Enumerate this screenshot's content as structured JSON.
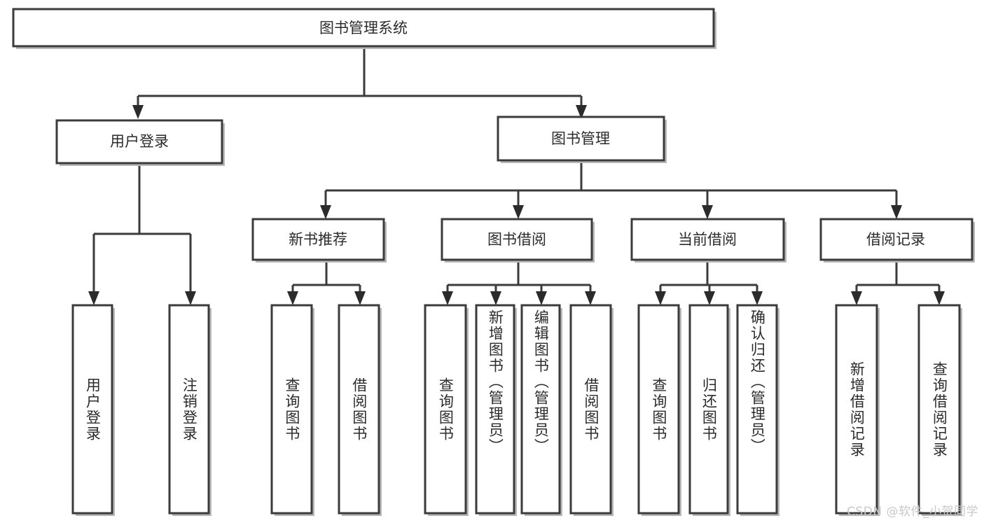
{
  "diagram": {
    "type": "tree",
    "title": "图书管理系统",
    "watermark": "CSDN @软件_小贺同学",
    "root": {
      "id": "root",
      "label": "图书管理系统"
    },
    "level2": [
      {
        "id": "user-login",
        "label": "用户登录"
      },
      {
        "id": "book-manage",
        "label": "图书管理"
      }
    ],
    "level3": [
      {
        "id": "new-book-recommend",
        "label": "新书推荐",
        "parent": "book-manage"
      },
      {
        "id": "book-borrow",
        "label": "图书借阅",
        "parent": "book-manage"
      },
      {
        "id": "current-borrow",
        "label": "当前借阅",
        "parent": "book-manage"
      },
      {
        "id": "borrow-record",
        "label": "借阅记录",
        "parent": "book-manage"
      }
    ],
    "leaves": [
      {
        "id": "leaf-user-login",
        "label": "用户登录",
        "parent": "user-login"
      },
      {
        "id": "leaf-user-logout",
        "label": "注销登录",
        "parent": "user-login"
      },
      {
        "id": "leaf-query-book-1",
        "label": "查询图书",
        "parent": "new-book-recommend"
      },
      {
        "id": "leaf-borrow-book-1",
        "label": "借阅图书",
        "parent": "new-book-recommend"
      },
      {
        "id": "leaf-query-book-2",
        "label": "查询图书",
        "parent": "book-borrow"
      },
      {
        "id": "leaf-add-book",
        "label": "新增图书（管理员）",
        "parent": "book-borrow"
      },
      {
        "id": "leaf-edit-book",
        "label": "编辑图书（管理员）",
        "parent": "book-borrow"
      },
      {
        "id": "leaf-borrow-book-2",
        "label": "借阅图书",
        "parent": "book-borrow"
      },
      {
        "id": "leaf-query-book-3",
        "label": "查询图书",
        "parent": "current-borrow"
      },
      {
        "id": "leaf-return-book",
        "label": "归还图书",
        "parent": "current-borrow"
      },
      {
        "id": "leaf-confirm-return",
        "label": "确认归还（管理员）",
        "parent": "current-borrow"
      },
      {
        "id": "leaf-add-record",
        "label": "新增借阅记录",
        "parent": "borrow-record"
      },
      {
        "id": "leaf-query-record",
        "label": "查询借阅记录",
        "parent": "borrow-record"
      }
    ],
    "colors": {
      "box_stroke": "#3b3b3b",
      "box_fill": "#ffffff",
      "text": "#2b2b2b",
      "connector": "#3b3b3b",
      "watermark": "#c9c9c9",
      "background": "#ffffff"
    }
  }
}
